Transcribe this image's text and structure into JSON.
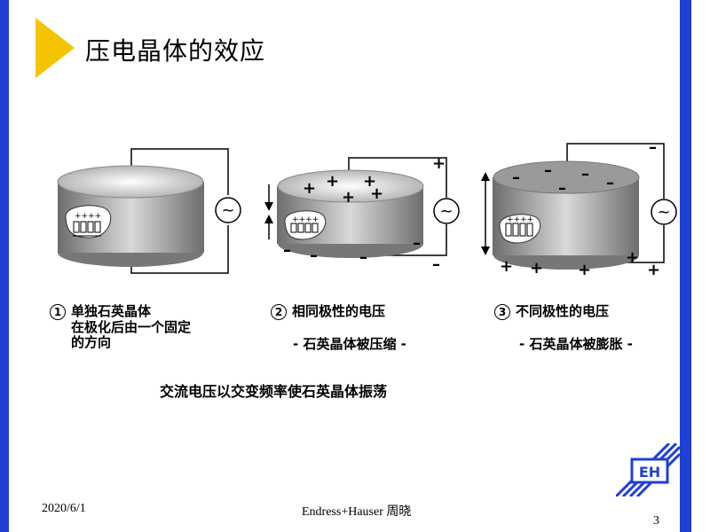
{
  "slide": {
    "title": "压电晶体的效应",
    "summary": "交流电压以交变频率使石英晶体振荡",
    "page_number": "3"
  },
  "figures": [
    {
      "number": "1",
      "caption_lines": [
        "单独石英晶体",
        "在极化后由一个固定",
        "的方向"
      ],
      "subcaption": ""
    },
    {
      "number": "2",
      "caption_lines": [
        "相同极性的电压"
      ],
      "subcaption": "- 石英晶体被压缩 -"
    },
    {
      "number": "3",
      "caption_lines": [
        "不同极性的电压"
      ],
      "subcaption": "- 石英晶体被膨胀 -"
    }
  ],
  "footer": {
    "date": "2020/6/1",
    "author": "Endress+Hauser  周晓"
  },
  "colors": {
    "side_bar": "#1f3fd6",
    "title_arrow": "#f5c400"
  },
  "icons": [
    "title-arrow-icon",
    "ac-source-icon",
    "eh-logo-icon"
  ]
}
